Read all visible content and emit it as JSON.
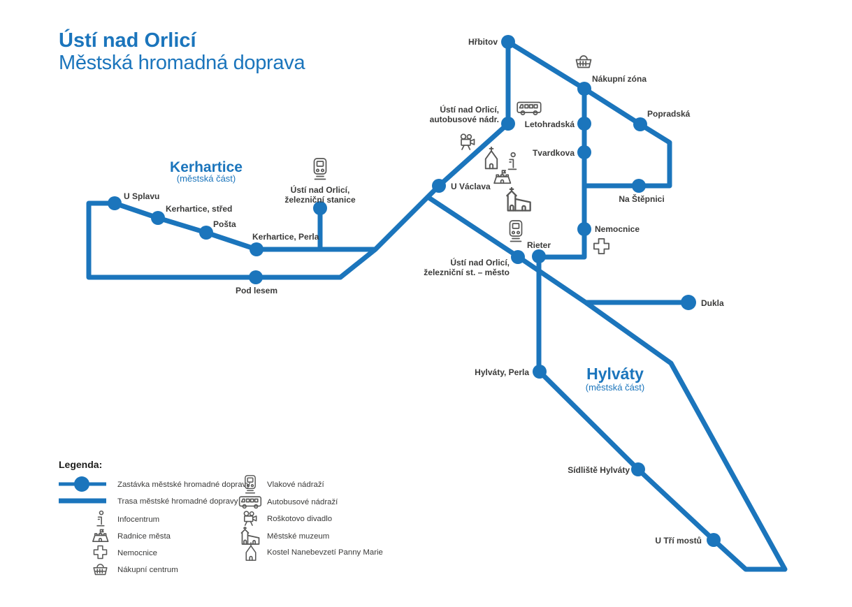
{
  "title": {
    "line1": "Ústí nad Orlicí",
    "line2": "Městská hromadná doprava"
  },
  "areas": {
    "kerhartice": {
      "name": "Kerhartice",
      "subtitle": "(městská část)"
    },
    "hylvaty": {
      "name": "Hylváty",
      "subtitle": "(městská část)"
    }
  },
  "stops": {
    "hrbitov": "Hřbitov",
    "nakupni_zona": "Nákupní zóna",
    "letohradska": "Letohradská",
    "popradska": "Popradská",
    "tvardkova": "Tvardkova",
    "na_stepnici": "Na Štěpnici",
    "nemocnice": "Nemocnice",
    "autobusove_nadrazi_l1": "Ústí nad Orlicí,",
    "autobusove_nadrazi_l2": "autobusové nádr.",
    "u_vaclava": "U Václava",
    "zeleznicni_stanice_l1": "Ústí nad Orlicí,",
    "zeleznicni_stanice_l2": "železniční stanice",
    "rieter": "Rieter",
    "zeleznicni_st_mesto_l1": "Ústí nad Orlicí,",
    "zeleznicni_st_mesto_l2": "železniční st. – město",
    "dukla": "Dukla",
    "u_splavu": "U Splavu",
    "kerhartice_stred": "Kerhartice, střed",
    "posta": "Pošta",
    "kerhartice_perla": "Kerhartice, Perla",
    "pod_lesem": "Pod lesem",
    "hylvaty_perla": "Hylváty, Perla",
    "sidliste_hylvaty": "Sídliště Hylváty",
    "u_tri_mostu": "U Tří mostů"
  },
  "legend": {
    "heading": "Legenda:",
    "left": [
      {
        "icon": "stop-symbol",
        "label": "Zastávka městské hromadné dopravy"
      },
      {
        "icon": "route-symbol",
        "label": "Trasa městské hromadné dopravy"
      },
      {
        "icon": "infocentrum-icon",
        "label": "Infocentrum"
      },
      {
        "icon": "townhall-icon",
        "label": "Radnice města"
      },
      {
        "icon": "hospital-cross-icon",
        "label": "Nemocnice"
      },
      {
        "icon": "shopping-basket-icon",
        "label": "Nákupní centrum"
      }
    ],
    "right": [
      {
        "icon": "train-station-icon",
        "label": "Vlakové nádraží"
      },
      {
        "icon": "bus-station-icon",
        "label": "Autobusové nádraží"
      },
      {
        "icon": "movie-camera-icon",
        "label": "Roškotovo divadlo"
      },
      {
        "icon": "museum-icon",
        "label": "Městské muzeum"
      },
      {
        "icon": "church-icon",
        "label": "Kostel Nanebevzetí Panny Marie"
      }
    ]
  },
  "colors": {
    "route_blue": "#1B75BC",
    "label_dark": "#3A3A39",
    "icon_gray": "#575756"
  }
}
